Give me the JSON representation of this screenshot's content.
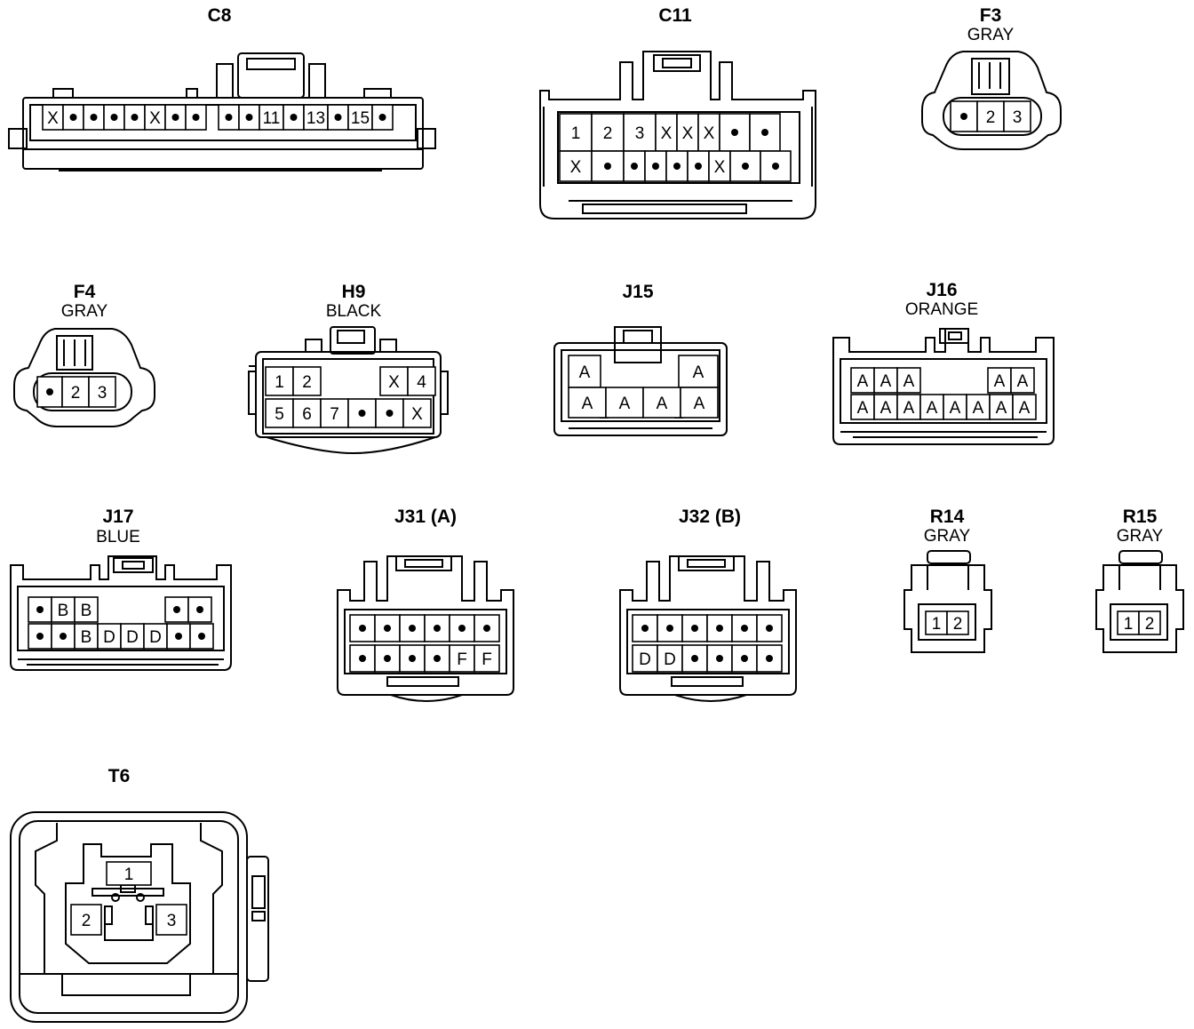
{
  "connectors": [
    {
      "id": "C8",
      "name": "C8",
      "color": "",
      "rows": [
        [
          "X",
          "•",
          "•",
          "•",
          "•",
          "X",
          "•",
          "•",
          "",
          "•",
          "•",
          "11",
          "•",
          "13",
          "•",
          "15",
          "•"
        ]
      ]
    },
    {
      "id": "C11",
      "name": "C11",
      "color": "",
      "rows": [
        [
          "1",
          "2",
          "3",
          "X",
          "X",
          "X",
          "•",
          "•"
        ],
        [
          "X",
          "•",
          "•",
          "•",
          "•",
          "•",
          "X",
          "•",
          "•"
        ]
      ]
    },
    {
      "id": "F3",
      "name": "F3",
      "color": "GRAY",
      "rows": [
        [
          "•",
          "2",
          "3"
        ]
      ]
    },
    {
      "id": "F4",
      "name": "F4",
      "color": "GRAY",
      "rows": [
        [
          "•",
          "2",
          "3"
        ]
      ]
    },
    {
      "id": "H9",
      "name": "H9",
      "color": "BLACK",
      "rows": [
        [
          "1",
          "2",
          "X",
          "4"
        ],
        [
          "5",
          "6",
          "7",
          "•",
          "•",
          "X"
        ]
      ]
    },
    {
      "id": "J15",
      "name": "J15",
      "color": "",
      "rows": [
        [
          "A",
          "A"
        ],
        [
          "A",
          "A",
          "A",
          "A"
        ]
      ]
    },
    {
      "id": "J16",
      "name": "J16",
      "color": "ORANGE",
      "rows": [
        [
          "A",
          "A",
          "A",
          "A",
          "A"
        ],
        [
          "A",
          "A",
          "A",
          "A",
          "A",
          "A",
          "A",
          "A"
        ]
      ]
    },
    {
      "id": "J17",
      "name": "J17",
      "color": "BLUE",
      "rows": [
        [
          "•",
          "B",
          "B",
          "•",
          "•"
        ],
        [
          "•",
          "•",
          "B",
          "D",
          "D",
          "D",
          "•",
          "•"
        ]
      ]
    },
    {
      "id": "J31",
      "name": "J31 (A)",
      "color": "",
      "rows": [
        [
          "•",
          "•",
          "•",
          "•",
          "•",
          "•"
        ],
        [
          "•",
          "•",
          "•",
          "•",
          "F",
          "F"
        ]
      ]
    },
    {
      "id": "J32",
      "name": "J32 (B)",
      "color": "",
      "rows": [
        [
          "•",
          "•",
          "•",
          "•",
          "•",
          "•"
        ],
        [
          "D",
          "D",
          "•",
          "•",
          "•",
          "•"
        ]
      ]
    },
    {
      "id": "R14",
      "name": "R14",
      "color": "GRAY",
      "rows": [
        [
          "1",
          "2"
        ]
      ]
    },
    {
      "id": "R15",
      "name": "R15",
      "color": "GRAY",
      "rows": [
        [
          "1",
          "2"
        ]
      ]
    },
    {
      "id": "T6",
      "name": "T6",
      "color": "",
      "rows": [
        [
          "1"
        ],
        [
          "2",
          "3"
        ]
      ]
    }
  ]
}
